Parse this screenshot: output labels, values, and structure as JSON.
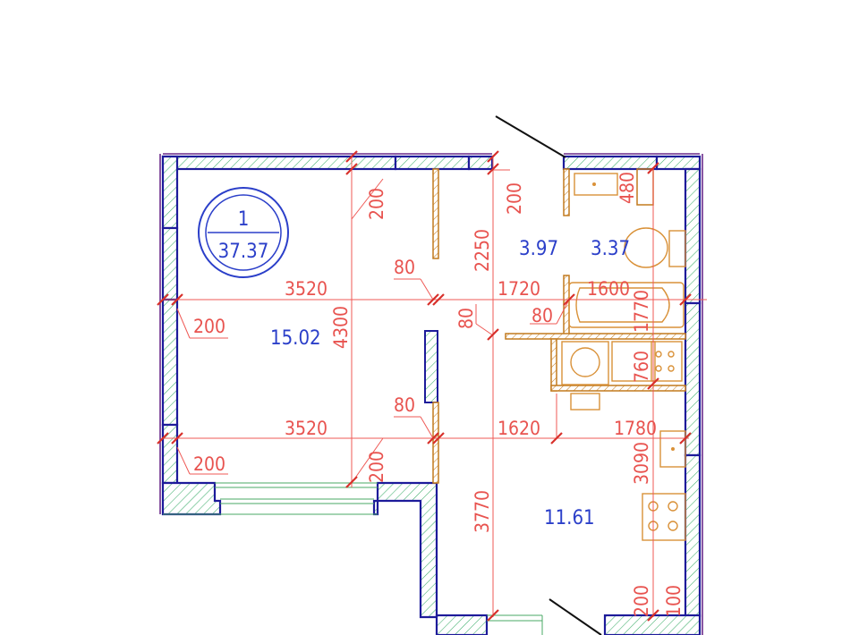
{
  "apartment": {
    "number": "1",
    "total_area": "37.37"
  },
  "rooms": [
    {
      "id": "living",
      "area": "15.02"
    },
    {
      "id": "corridor",
      "area": "3.97"
    },
    {
      "id": "bathroom",
      "area": "3.37"
    },
    {
      "id": "kitchen",
      "area": "11.61"
    }
  ],
  "dimensions": {
    "d3520_top": "3520",
    "d3520_bottom": "3520",
    "d4300": "4300",
    "d200_top_a": "200",
    "d200_top_b": "200",
    "d200_left_a": "200",
    "d200_left_b": "200",
    "d200_bottom_a": "200",
    "d200_bottom_b": "200",
    "d80_a": "80",
    "d80_b": "80",
    "d80_c": "80",
    "d80_d": "80",
    "d2250": "2250",
    "d1720": "1720",
    "d1600": "1600",
    "d1770": "1770",
    "d480": "480",
    "d760": "760",
    "d1620": "1620",
    "d1780": "1780",
    "d3090": "3090",
    "d3770": "3770",
    "d100": "100"
  },
  "colors": {
    "dimension": "#e8534f",
    "area_label": "#2b3fc9",
    "outer_wall": "#1d1b9a",
    "inner_wall": "#c27a1e",
    "hatch": "#3fae6c",
    "facade_line": "#7a2b9a"
  }
}
